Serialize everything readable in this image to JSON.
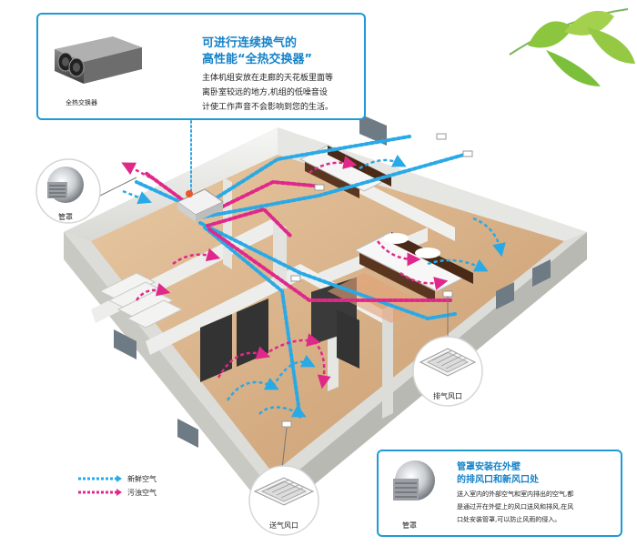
{
  "top_callout": {
    "title_line1": "可进行连续换气的",
    "title_line2": "高性能“全热交换器”",
    "desc_line1": "主体机组安放在走廊的天花板里面等",
    "desc_line2": "离卧室较远的地方,机组的低噪音设",
    "desc_line3": "计使工作声音不会影响到您的生活。",
    "unit_label": "全热交换器"
  },
  "vent_cap_label": "管罩",
  "exhaust_vent_label": "排气风口",
  "supply_vent_label": "送气风口",
  "legend": {
    "fresh_air": "新鲜空气",
    "stale_air": "污浊空气"
  },
  "bottom_callout": {
    "title_line1": "管罩安装在外壁",
    "title_line2": "的排风口和新风口处",
    "desc_line1": "送入室内的外部空气和室内排出的空气,都",
    "desc_line2": "是通过开在外壁上的风口送风和排风,在风",
    "desc_line3": "口处安装管罩,可以防止风雨的侵入。",
    "cap_label": "管罩"
  },
  "colors": {
    "fresh": "#29a9e6",
    "stale": "#e0288a",
    "accent": "#1582c8"
  }
}
